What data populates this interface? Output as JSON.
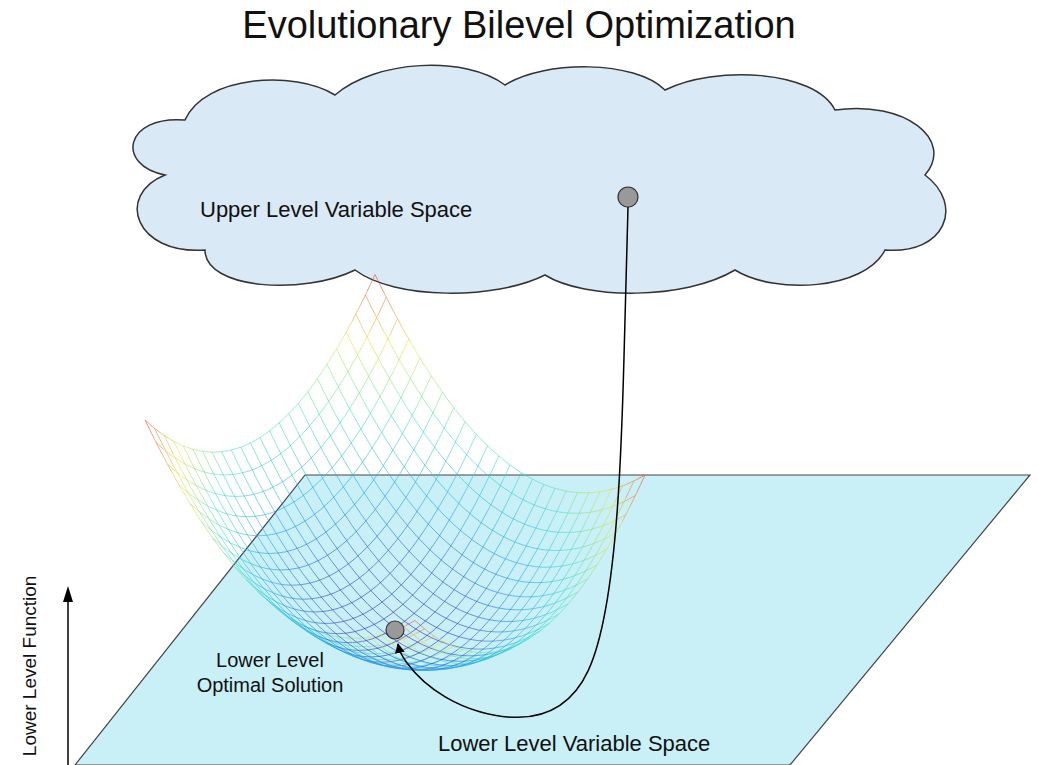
{
  "diagram": {
    "title": "Evolutionary Bilevel Optimization",
    "nodes": [
      {
        "text": [
          "Upper Level Variable Space"
        ]
      },
      {
        "text": [
          "Lower Level Variable Space"
        ]
      }
    ],
    "edges": [
      {
        "from": 0,
        "to": 1,
        "arrow": "to"
      }
    ],
    "labels": [
      "Lower Level Optimal Solution",
      "Lower Level Function"
    ]
  }
}
